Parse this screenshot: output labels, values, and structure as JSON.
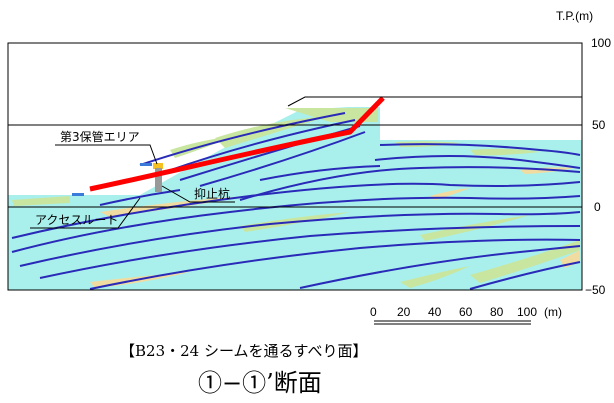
{
  "axis": {
    "unit_label": "T.P.(m)",
    "elevation_ticks": [
      "100",
      "50",
      "0",
      "−50"
    ]
  },
  "labels": {
    "storage_area": "第3保管エリア",
    "restraint_pile": "抑止杭",
    "access_route": "アクセスルート"
  },
  "scale_bar": {
    "ticks": [
      "0",
      "20",
      "40",
      "60",
      "80",
      "100"
    ],
    "unit": "(m)"
  },
  "caption": {
    "subtitle": "【B23・24 シームを通るすべり面】",
    "title": "①−①’断面"
  },
  "colors": {
    "ground": "#a9f0ec",
    "seam_lines": "#2a2ab8",
    "lens_green": "#c8e6a0",
    "lens_tan": "#f0dca0",
    "slip_surface": "#ff0000",
    "pile": "#999999",
    "storage_marker": "#f5c020",
    "route_marker": "#3a7ad8"
  }
}
